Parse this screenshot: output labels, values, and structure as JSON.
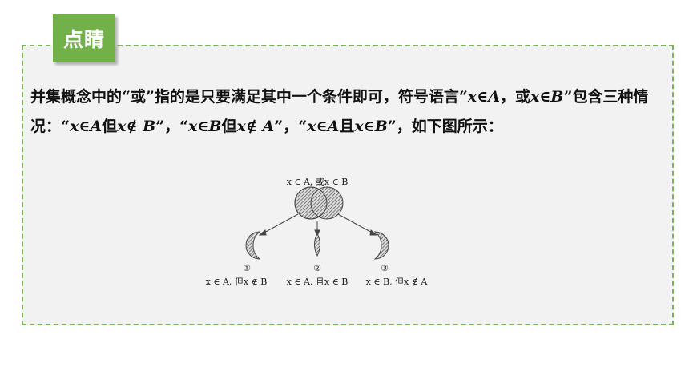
{
  "tag": {
    "label": "点睛"
  },
  "paragraph": {
    "p1": "并集概念中的“或”指的是只要满足其中一个条件即可，符号语言“",
    "m1": "x",
    "s1": "∈",
    "m2": "A",
    "p2": "，或",
    "m3": "x",
    "s2": "∈",
    "m4": "B",
    "p3": "”包含三种情况：“",
    "m5": "x",
    "s3": "∈",
    "m6": "A",
    "p4": "但",
    "m7": "x",
    "s4": "∉ ",
    "m8": "B",
    "p5": "”，“",
    "m9": "x",
    "s5": "∈",
    "m10": "B",
    "p6": "但",
    "m11": "x",
    "s6": "∉ ",
    "m12": "A",
    "p7": "”，“",
    "m13": "x",
    "s7": "∈",
    "m14": "A",
    "p8": "且",
    "m15": "x",
    "s8": "∈",
    "m16": "B",
    "p9": "”，如下图所示："
  },
  "diagram": {
    "top_label": "x ∈ A, 或x ∈ B",
    "cases": [
      {
        "number": "①",
        "label": "x ∈ A, 但x ∉ B"
      },
      {
        "number": "②",
        "label": "x ∈ A, 且x ∈ B"
      },
      {
        "number": "③",
        "label": "x ∈ B, 但x ∉ A"
      }
    ]
  }
}
